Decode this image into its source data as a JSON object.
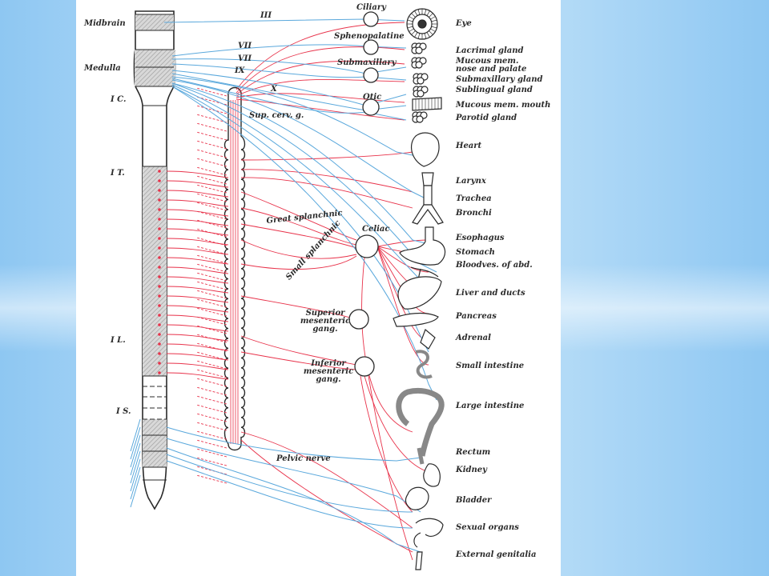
{
  "background": {
    "accent": "#8ec7f2",
    "paper": "#ffffff"
  },
  "colors": {
    "sympathetic": "#e8324a",
    "parasympathetic": "#5aa8dc",
    "ink": "#2a2a2a"
  },
  "cord": {
    "midbrain": "Midbrain",
    "medulla": "Medulla",
    "cervical": "I C.",
    "thoracic": "I T.",
    "lumbar": "I L.",
    "sacral": "I S."
  },
  "nerves": {
    "iii": "III",
    "vii_a": "VII",
    "vii_b": "VII",
    "ix": "IX",
    "x": "X",
    "sup_cerv": "Sup. cerv. g.",
    "great_splanchnic": "Great splanchnic",
    "small_splanchnic": "Small splanchnic",
    "pelvic": "Pelvic nerve"
  },
  "ganglia": {
    "ciliary": "Ciliary",
    "sphenopalatine": "Sphenopalatine",
    "submaxillary": "Submaxillary",
    "otic": "Otic",
    "celiac": "Celiac",
    "sup_mes_1": "Superior",
    "sup_mes_2": "mesenteric",
    "sup_mes_3": "gang.",
    "inf_mes_1": "Inferior",
    "inf_mes_2": "mesenteric",
    "inf_mes_3": "gang."
  },
  "organs": {
    "eye": "Eye",
    "lacrimal": "Lacrimal gland",
    "mucous_nose_1": "Mucous mem.",
    "mucous_nose_2": "nose and palate",
    "submaxillary_gland": "Submaxillary gland",
    "sublingual": "Sublingual gland",
    "mucous_mouth": "Mucous mem. mouth",
    "parotid": "Parotid gland",
    "heart": "Heart",
    "larynx": "Larynx",
    "trachea": "Trachea",
    "bronchi": "Bronchi",
    "esophagus": "Esophagus",
    "stomach": "Stomach",
    "bloodves": "Bloodves. of abd.",
    "liver": "Liver and ducts",
    "pancreas": "Pancreas",
    "adrenal": "Adrenal",
    "small_intestine": "Small intestine",
    "large_intestine": "Large intestine",
    "rectum": "Rectum",
    "kidney": "Kidney",
    "bladder": "Bladder",
    "sexual": "Sexual organs",
    "genitalia": "External genitalia"
  }
}
